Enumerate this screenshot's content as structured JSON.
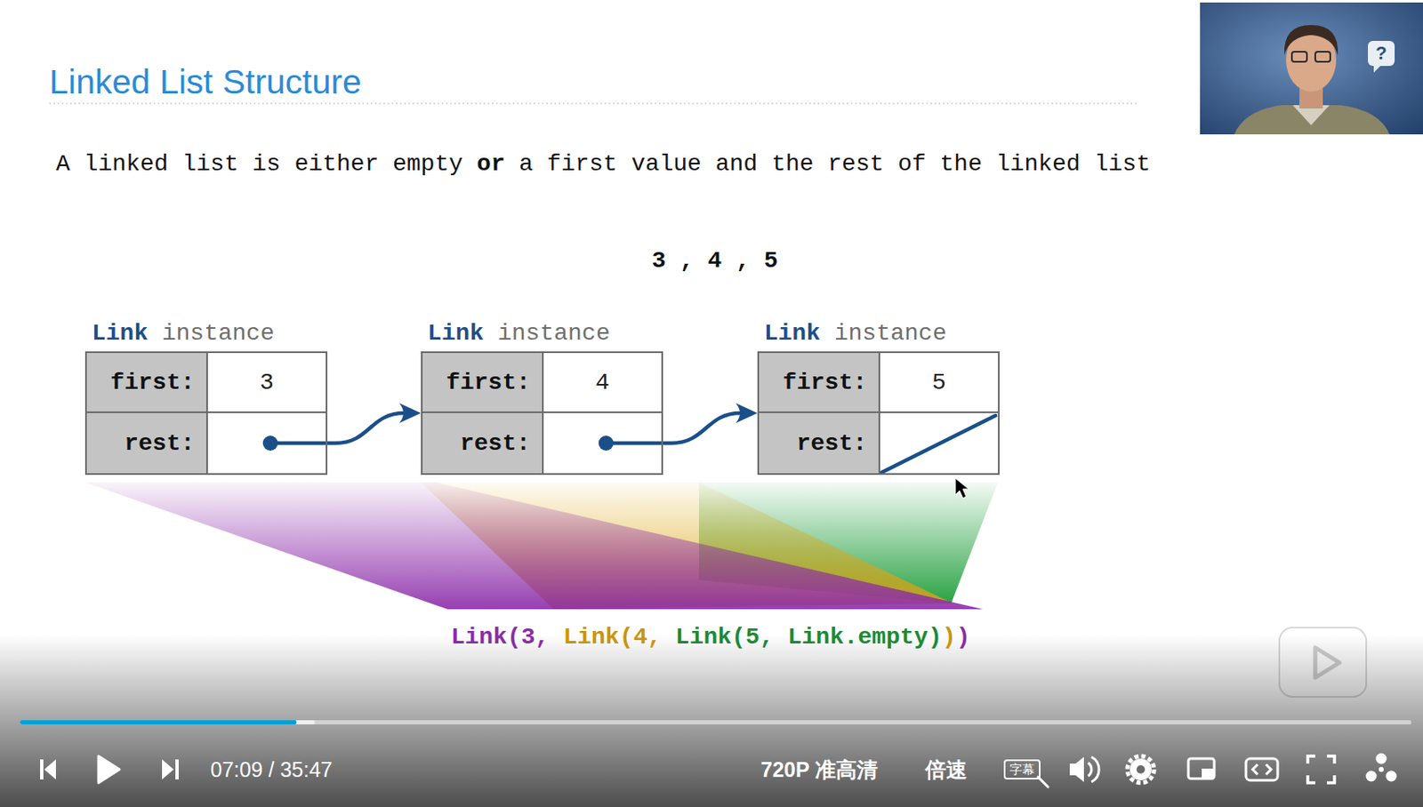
{
  "diagram": {
    "title": "Linked List Structure",
    "nodes": [
      {
        "text": [
          "Link",
          "instance",
          "first:",
          "3",
          "rest:"
        ]
      },
      {
        "text": [
          "Link",
          "instance",
          "first:",
          "4",
          "rest:"
        ]
      },
      {
        "text": [
          "Link",
          "instance",
          "first:",
          "5",
          "rest:"
        ]
      }
    ],
    "edges": [
      {
        "from": 0,
        "to": 1,
        "arrow": "to"
      },
      {
        "from": 1,
        "to": 2,
        "arrow": "to"
      }
    ],
    "labels": [
      "A linked list is either empty",
      "or",
      "a first value and the rest of the linked list",
      "3 , 4 , 5",
      "Link(3,",
      "Link(4,",
      "Link(5, Link.empty",
      ")",
      ")",
      ")",
      "?",
      "07:09 / 35:47",
      "720P 准高清",
      "倍速",
      "字幕"
    ]
  }
}
